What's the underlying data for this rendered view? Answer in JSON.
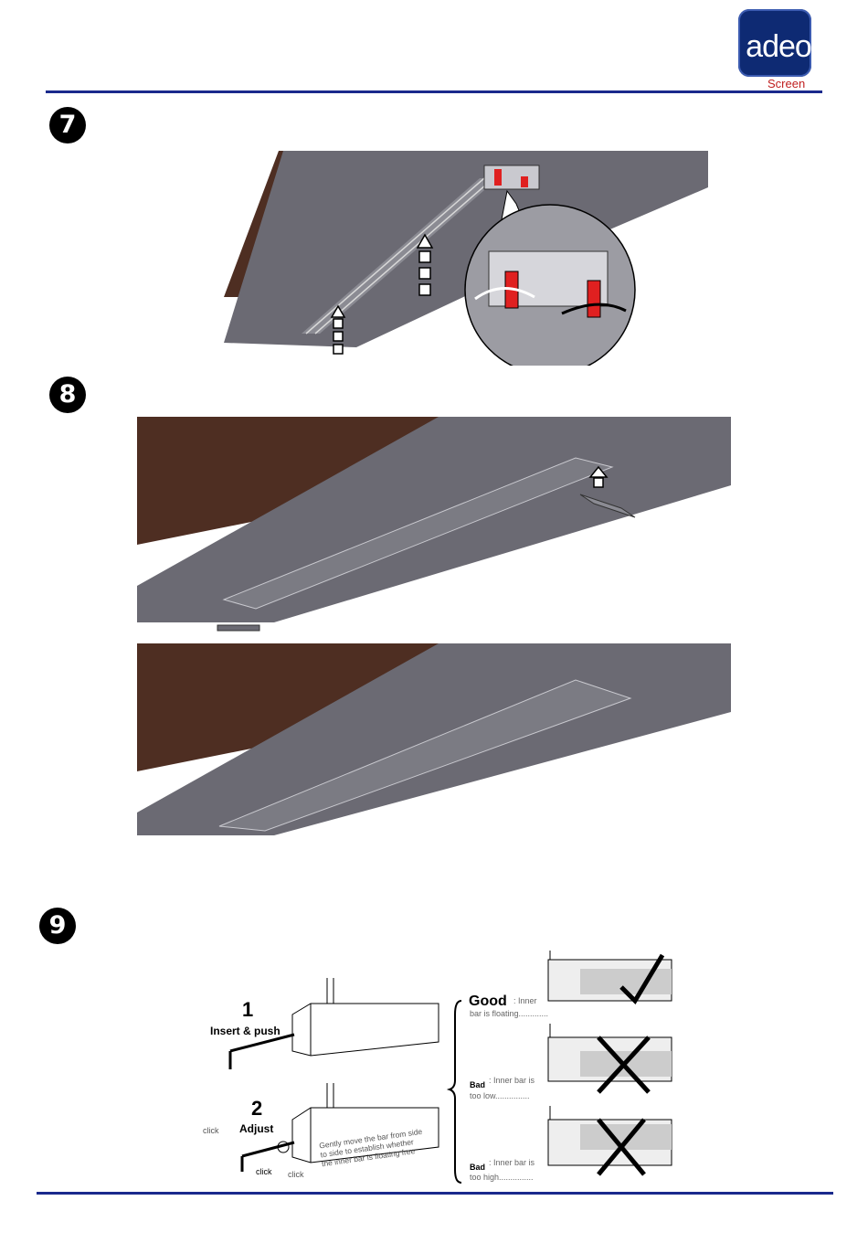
{
  "brand": {
    "name": "adeo",
    "sub": "Screen"
  },
  "steps": [
    {
      "number": "7"
    },
    {
      "number": "8"
    },
    {
      "number": "9"
    }
  ],
  "step9": {
    "insert_num": "1",
    "insert_label": "Insert & push",
    "adjust_num": "2",
    "adjust_label": "Adjust",
    "click": "click",
    "instruction_l1": "Gently move the bar from side",
    "instruction_l2": "to side to establish whether",
    "instruction_l3": "the inner bar is floating free",
    "good_title": "Good",
    "good_l1": ": Inner",
    "good_l2": "bar is floating.............",
    "bad1_title": "Bad",
    "bad1_l1": ": Inner bar is",
    "bad1_l2": "too low...............",
    "bad2_title": "Bad",
    "bad2_l1": ": Inner bar is",
    "bad2_l2": "too high..............."
  },
  "colors": {
    "rule": "#1a2a8c",
    "wall": "#4e2e22",
    "ceiling": "#6b6a73",
    "accent_red": "#e02020"
  }
}
